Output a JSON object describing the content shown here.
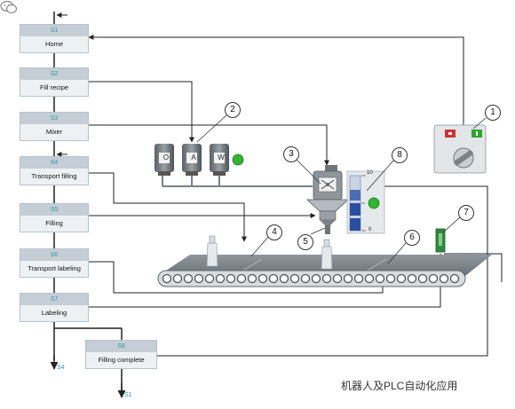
{
  "steps": [
    {
      "id": "S1",
      "name": "Home"
    },
    {
      "id": "S2",
      "name": "Fill recipe"
    },
    {
      "id": "S3",
      "name": "Mixer"
    },
    {
      "id": "S4",
      "name": "Transport filling"
    },
    {
      "id": "S5",
      "name": "Filling"
    },
    {
      "id": "S6",
      "name": "Transport labeling"
    },
    {
      "id": "S7",
      "name": "Labeling"
    },
    {
      "id": "S8",
      "name": "Filling complete"
    }
  ],
  "jumps": {
    "to_s4": "S4",
    "to_s1": "S1"
  },
  "tanks": [
    "O",
    "A",
    "W"
  ],
  "callouts": [
    "1",
    "2",
    "3",
    "4",
    "5",
    "6",
    "7",
    "8"
  ],
  "level_scale": {
    "max": "10",
    "min": "0"
  },
  "watermark": "机器人及PLC自动化应用",
  "colors": {
    "step_header": "#c5ced6",
    "step_body": "#eef1f4",
    "step_id_text": "#2a9c9a",
    "indicator_green": "#2fb52f",
    "switch_red": "#d03030",
    "switch_green": "#2fa22f",
    "level_blue": "#2a4fa0"
  }
}
